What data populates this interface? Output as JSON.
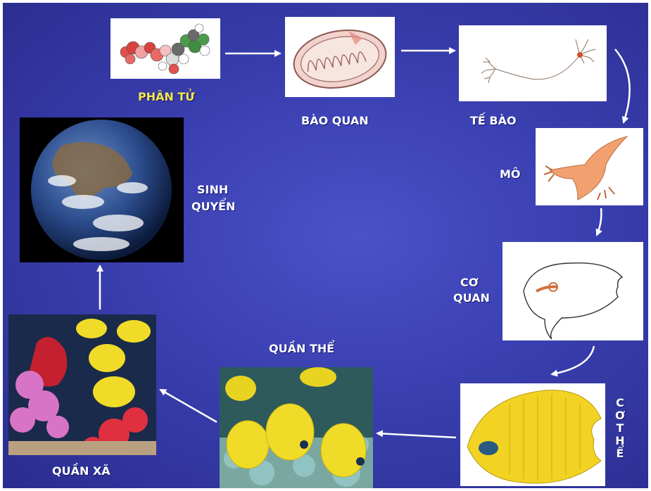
{
  "labels": {
    "phan_tu": "PHÂN TỬ",
    "bao_quan": "BÀO QUAN",
    "te_bao": "TẾ BÀO",
    "mo": "MÔ",
    "co_quan_1": "CƠ",
    "co_quan_2": "QUAN",
    "co_the_letters": [
      "C",
      "Ơ",
      "T",
      "H",
      "Ể"
    ],
    "quan_the": "QUẦN THỂ",
    "quan_xa": "QUẦN XÃ",
    "sinh_quyen_1": "SINH",
    "sinh_quyen_2": "QUYỂN"
  },
  "colors": {
    "background": "#3a3fb0",
    "label_white": "#ffffff",
    "label_yellow": "#f3e94a",
    "arrow": "#ffffff"
  }
}
